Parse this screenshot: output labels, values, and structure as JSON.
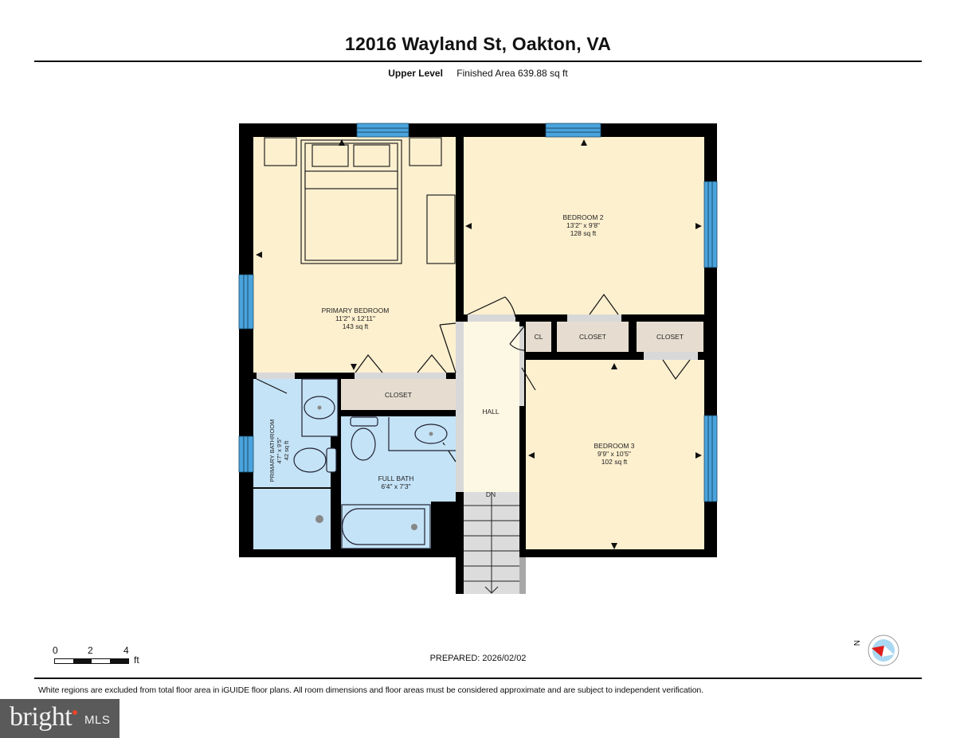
{
  "header": {
    "title": "12016 Wayland St, Oakton, VA",
    "level": "Upper Level",
    "finished_area": "Finished Area 639.88 sq ft"
  },
  "rooms": {
    "primary_bedroom": {
      "name": "PRIMARY BEDROOM",
      "dims": "11'2\" x 12'11\"",
      "area": "143 sq ft"
    },
    "bedroom2": {
      "name": "BEDROOM 2",
      "dims": "13'2\" x 9'8\"",
      "area": "128 sq ft"
    },
    "bedroom3": {
      "name": "BEDROOM 3",
      "dims": "9'9\" x 10'5\"",
      "area": "102 sq ft"
    },
    "primary_bathroom": {
      "name": "PRIMARY BATHROOM",
      "dims": "4'7\" x 9'5\"",
      "area": "42 sq ft"
    },
    "full_bath": {
      "name": "FULL BATH",
      "dims": "6'4\" x 7'3\""
    },
    "closet_primary": {
      "name": "CLOSET"
    },
    "closet_cl": {
      "name": "CL"
    },
    "closet_b2": {
      "name": "CLOSET"
    },
    "closet_b3": {
      "name": "CLOSET"
    },
    "hall": {
      "name": "HALL"
    },
    "stairs": {
      "name": "DN"
    }
  },
  "colors": {
    "bedroom": "#fdf0cf",
    "bath": "#c4e3f7",
    "closet": "#e6ddd0",
    "hall": "#fdf8e4",
    "wall": "#000000",
    "window": "#4aa3dc",
    "door_swing": "#d8d8d8"
  },
  "scale_bar": {
    "labels": [
      "0",
      "2",
      "4"
    ],
    "unit": "ft"
  },
  "compass": {
    "label": "N"
  },
  "footer": {
    "prepared": "PREPARED: 2026/02/02",
    "disclaimer": "White regions are excluded from total floor area in iGUIDE floor plans. All room dimensions and floor areas must be considered approximate and are subject to independent verification."
  },
  "watermark": {
    "brand": "bright",
    "suffix": "MLS"
  }
}
